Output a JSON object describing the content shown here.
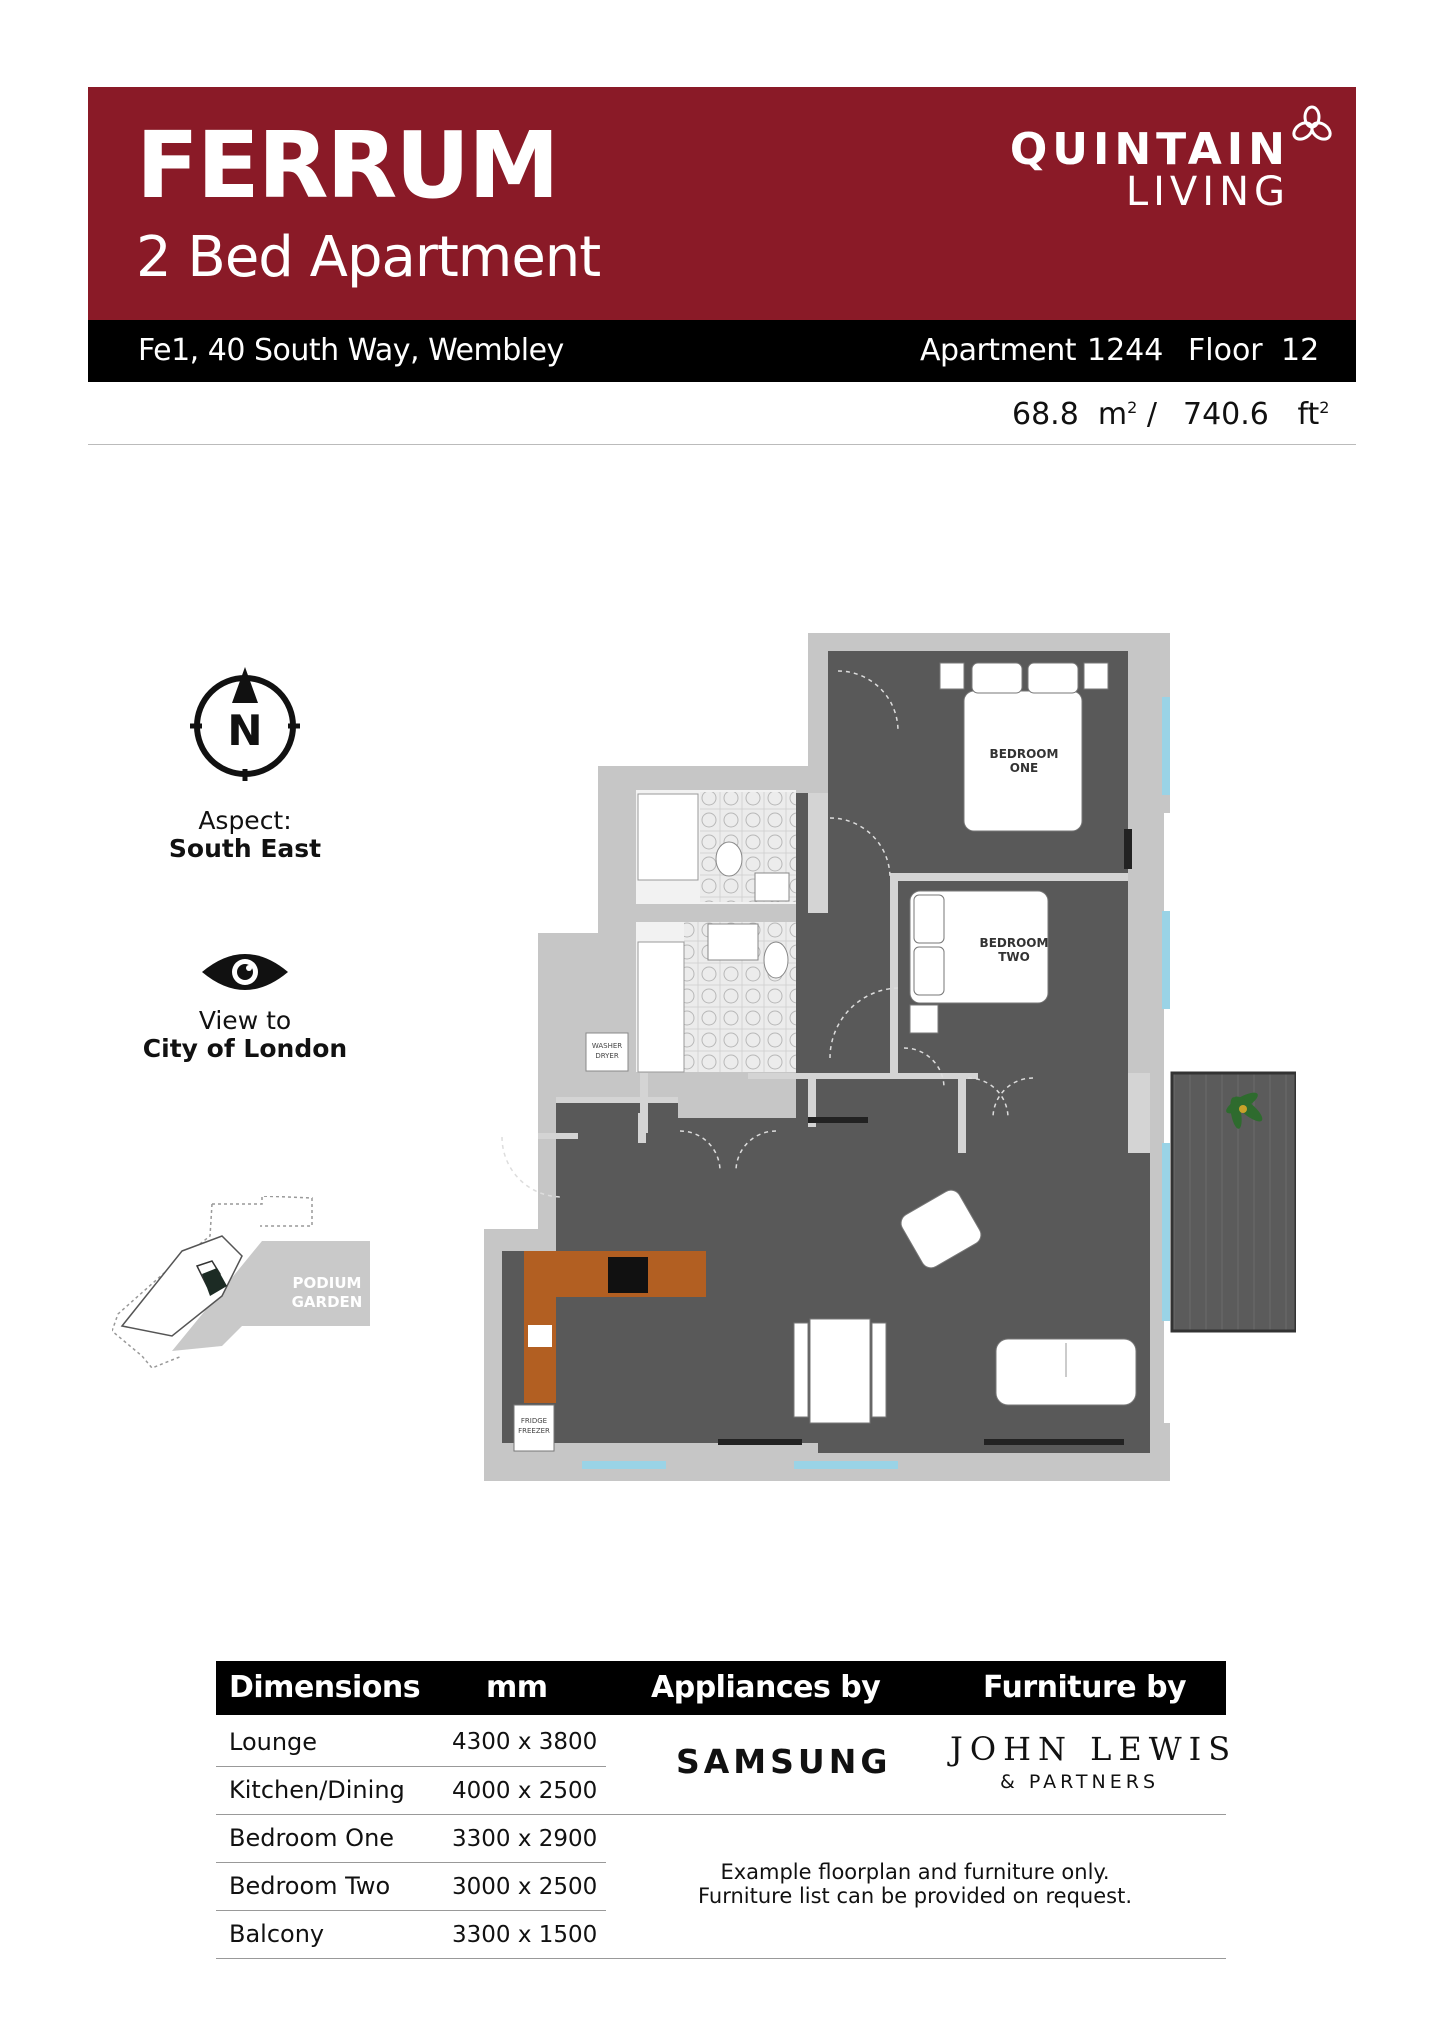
{
  "header": {
    "title": "FERRUM",
    "subtitle": "2 Bed Apartment",
    "brand_line1": "QUINTAIN",
    "brand_line2": "LIVING",
    "address": "Fe1, 40 South Way, Wembley",
    "apartment_label": "Apartment",
    "apartment_number": "1244",
    "floor_label": "Floor",
    "floor_number": "12",
    "area_m2": "68.8",
    "area_m2_unit": "m",
    "area_sep": "/",
    "area_ft2": "740.6",
    "area_ft2_unit": "ft",
    "sq": "2",
    "colors": {
      "header_bg": "#8a1a27",
      "bar_bg": "#000000"
    }
  },
  "orientation": {
    "compass_letter": "N",
    "aspect_label": "Aspect:",
    "aspect_value": "South East",
    "view_label": "View to",
    "view_value": "City of London"
  },
  "keyplan": {
    "label_line1": "PODIUM",
    "label_line2": "GARDEN"
  },
  "floorplan": {
    "bedroom_one_line1": "BEDROOM",
    "bedroom_one_line2": "ONE",
    "bedroom_two_line1": "BEDROOM",
    "bedroom_two_line2": "TWO",
    "washer_line1": "WASHER",
    "washer_line2": "DRYER",
    "fridge_line1": "FRIDGE",
    "fridge_line2": "FREEZER"
  },
  "table": {
    "headers": {
      "dimensions": "Dimensions",
      "mm": "mm",
      "appliances": "Appliances by",
      "furniture": "Furniture by"
    },
    "rows": [
      {
        "room": "Lounge",
        "size": "4300 x 3800"
      },
      {
        "room": "Kitchen/Dining",
        "size": "4000 x 2500"
      },
      {
        "room": "Bedroom One",
        "size": "3300 x 2900"
      },
      {
        "room": "Bedroom Two",
        "size": "3000 x 2500"
      },
      {
        "room": "Balcony",
        "size": "3300 x 1500"
      }
    ],
    "appliances_brand": "SAMSUNG",
    "furniture_brand_line1": "JOHN LEWIS",
    "furniture_brand_line2": "& PARTNERS",
    "note_line1": "Example floorplan and furniture only.",
    "note_line2": "Furniture list can be provided on request."
  }
}
